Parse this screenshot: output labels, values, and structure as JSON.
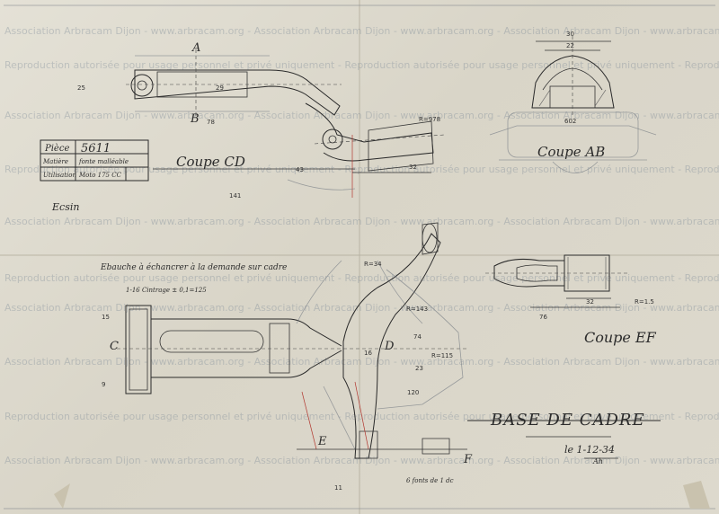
{
  "watermark": {
    "line_a": "Association Arbracam Dijon - www.arbracam.org - Association Arbracam Dijon - www.arbracam.org - Association Arbracam Dijon - www.arbracam.org - Association Arbracam Dijon - www.arbracam.org",
    "line_b": "Reproduction autorisée pour usage personnel et privé uniquement - Reproduction autorisée pour usage personnel et privé uniquement - Reproduction autorisée pour usage personnel et privé uniquement"
  },
  "title_block": {
    "piece_label": "Pièce",
    "piece_number": "5611",
    "matiere_label": "Matière",
    "matiere_value": "fonte malléable",
    "utilisation_label": "Utilisation",
    "utilisation_value": "Moto 175 CC",
    "signature": "Ecsin"
  },
  "drawing_title": "BASE DE CADRE",
  "date": "le 1-12-34",
  "date_initials": "Ah",
  "sections": {
    "coupe_cd": "Coupe CD",
    "coupe_ab": "Coupe AB",
    "coupe_ef": "Coupe EF"
  },
  "section_letters": {
    "a": "A",
    "b": "B",
    "c": "C",
    "d": "D",
    "e": "E",
    "f": "F"
  },
  "notes": {
    "ebauche": "Ebauche à échancrer à la demande sur cadre",
    "tolerance": "1-16 Cintrage ± 0,1=125",
    "bottom": "6 fonts de 1 dc"
  },
  "dimensions": {
    "d141": "141",
    "d78": "78",
    "d43": "43",
    "d32": "32",
    "d30": "30",
    "d22": "22",
    "d602": "602",
    "d76": "76",
    "d120": "120",
    "d74": "74",
    "d25": "25",
    "d29": "29",
    "d23": "23",
    "d16": "16",
    "d15": "15",
    "d9": "9",
    "d11": "11",
    "r978": "R=978",
    "r143": "R=143",
    "r115": "R=115",
    "r34": "R=34",
    "r15": "R=1.5"
  }
}
